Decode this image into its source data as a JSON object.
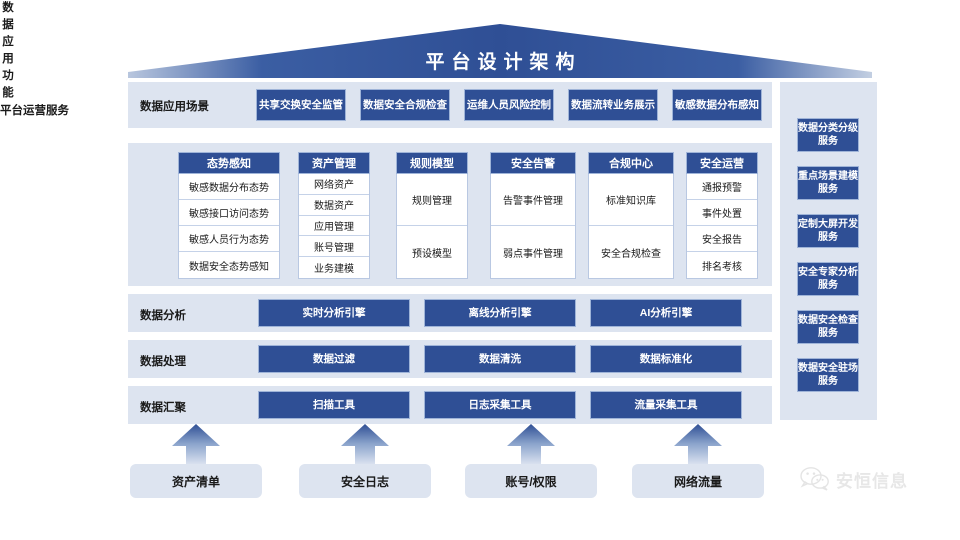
{
  "title": "平台设计架构",
  "scenarios": {
    "label": "数据应用场景",
    "items": [
      "共享交换安全监管",
      "数据安全合规检查",
      "运维人员风险控制",
      "数据流转业务展示",
      "敏感数据分布感知"
    ]
  },
  "functions": {
    "label": "数据应用功能",
    "columns": [
      {
        "head": "态势感知",
        "items": [
          "敏感数据分布态势",
          "敏感接口访问态势",
          "敏感人员行为态势",
          "数据安全态势感知"
        ]
      },
      {
        "head": "资产管理",
        "items": [
          "网络资产",
          "数据资产",
          "应用管理",
          "账号管理",
          "业务建模"
        ]
      },
      {
        "head": "规则模型",
        "items": [
          "规则管理",
          "预设模型"
        ]
      },
      {
        "head": "安全告警",
        "items": [
          "告警事件管理",
          "弱点事件管理"
        ]
      },
      {
        "head": "合规中心",
        "items": [
          "标准知识库",
          "安全合规检查"
        ]
      },
      {
        "head": "安全运营",
        "items": [
          "通报预警",
          "事件处置",
          "安全报告",
          "排名考核"
        ]
      }
    ]
  },
  "rows": [
    {
      "label": "数据分析",
      "items": [
        "实时分析引擎",
        "离线分析引擎",
        "AI分析引擎"
      ]
    },
    {
      "label": "数据处理",
      "items": [
        "数据过滤",
        "数据清洗",
        "数据标准化"
      ]
    },
    {
      "label": "数据汇聚",
      "items": [
        "扫描工具",
        "日志采集工具",
        "流量采集工具"
      ]
    }
  ],
  "services": {
    "title": "平台运营服务",
    "items": [
      "数据分类分级服务",
      "重点场景建模服务",
      "定制大屏开发服务",
      "安全专家分析服务",
      "数据安全检查服务",
      "数据安全驻场服务"
    ]
  },
  "sources": [
    "资产清单",
    "安全日志",
    "账号/权限",
    "网络流量"
  ],
  "watermark": {
    "text": "安恒信息",
    "icon": "wechat-icon"
  },
  "colors": {
    "accent": "#2f4f95",
    "panel": "#dde4f0",
    "roof": "#2f4f95",
    "border": "#9fb4d8"
  }
}
